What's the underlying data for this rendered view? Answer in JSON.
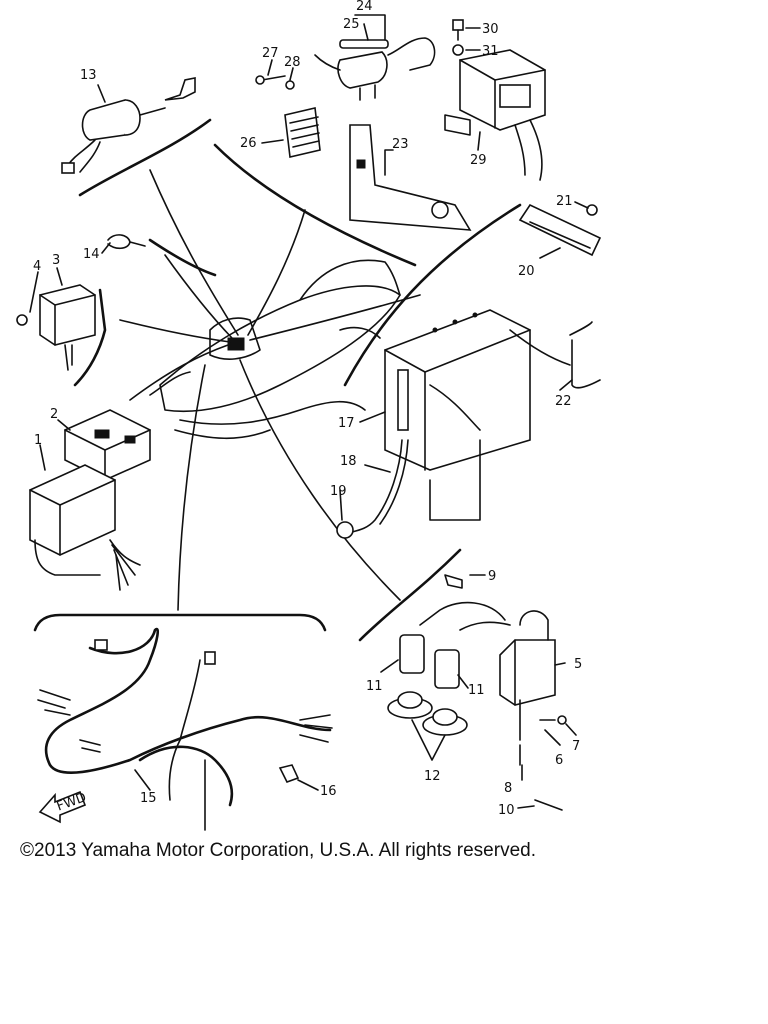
{
  "copyright": "©2013 Yamaha Motor Corporation, U.S.A. All rights reserved.",
  "fwd_label": "FWD",
  "labels": {
    "1": "1",
    "2": "2",
    "3": "3",
    "4": "4",
    "5": "5",
    "6": "6",
    "7": "7",
    "8": "8",
    "9": "9",
    "10": "10",
    "11a": "11",
    "11b": "11",
    "12": "12",
    "13": "13",
    "14": "14",
    "15": "15",
    "16": "16",
    "17": "17",
    "18": "18",
    "19": "19",
    "20": "20",
    "21": "21",
    "22": "22",
    "23": "23",
    "24": "24",
    "25": "25",
    "26": "26",
    "27": "27",
    "28": "28",
    "29": "29",
    "30": "30",
    "31": "31"
  }
}
